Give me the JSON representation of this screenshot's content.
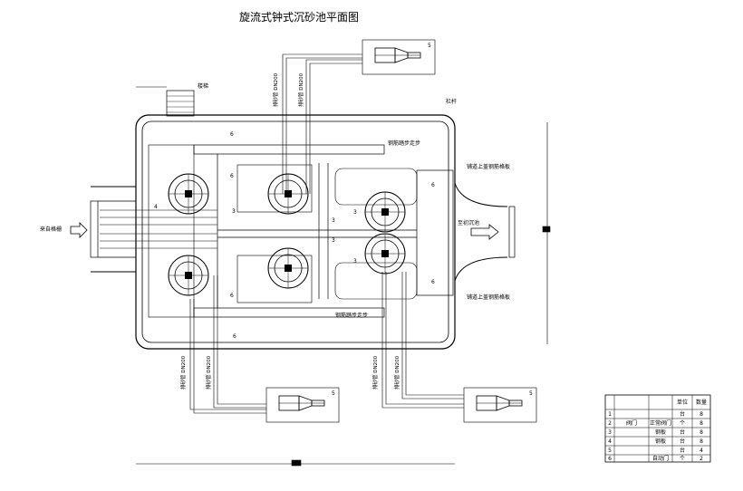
{
  "title": "旋流式钟式沉砂池平面图",
  "labels": {
    "stair": "楼梯",
    "railing": "栏杆",
    "inlet": "来自格栅",
    "outlet": "至初沉池",
    "walkway_top": "钢筋踏步走步",
    "walkway_bottom": "钢筋踏步走步",
    "plate_top": "铺道上盖钢筋格板",
    "plate_bottom": "铺道上盖钢筋格板",
    "sand_pipe": "排砂管 DN200"
  },
  "marks": {
    "six": "6",
    "five": "5",
    "three": "3",
    "four": "4"
  },
  "table": {
    "rows": [
      [
        "",
        "",
        "",
        "单位",
        "数量"
      ],
      [
        "1",
        "",
        "",
        "台",
        "8"
      ],
      [
        "2",
        "阀门",
        "正常阀门",
        "个",
        "8"
      ],
      [
        "3",
        "",
        "钢板",
        "台",
        "8"
      ],
      [
        "4",
        "",
        "钢板",
        "台",
        "8"
      ],
      [
        "5",
        "",
        "",
        "台",
        "4"
      ],
      [
        "6",
        "",
        "自动门",
        "个",
        "2"
      ]
    ]
  }
}
